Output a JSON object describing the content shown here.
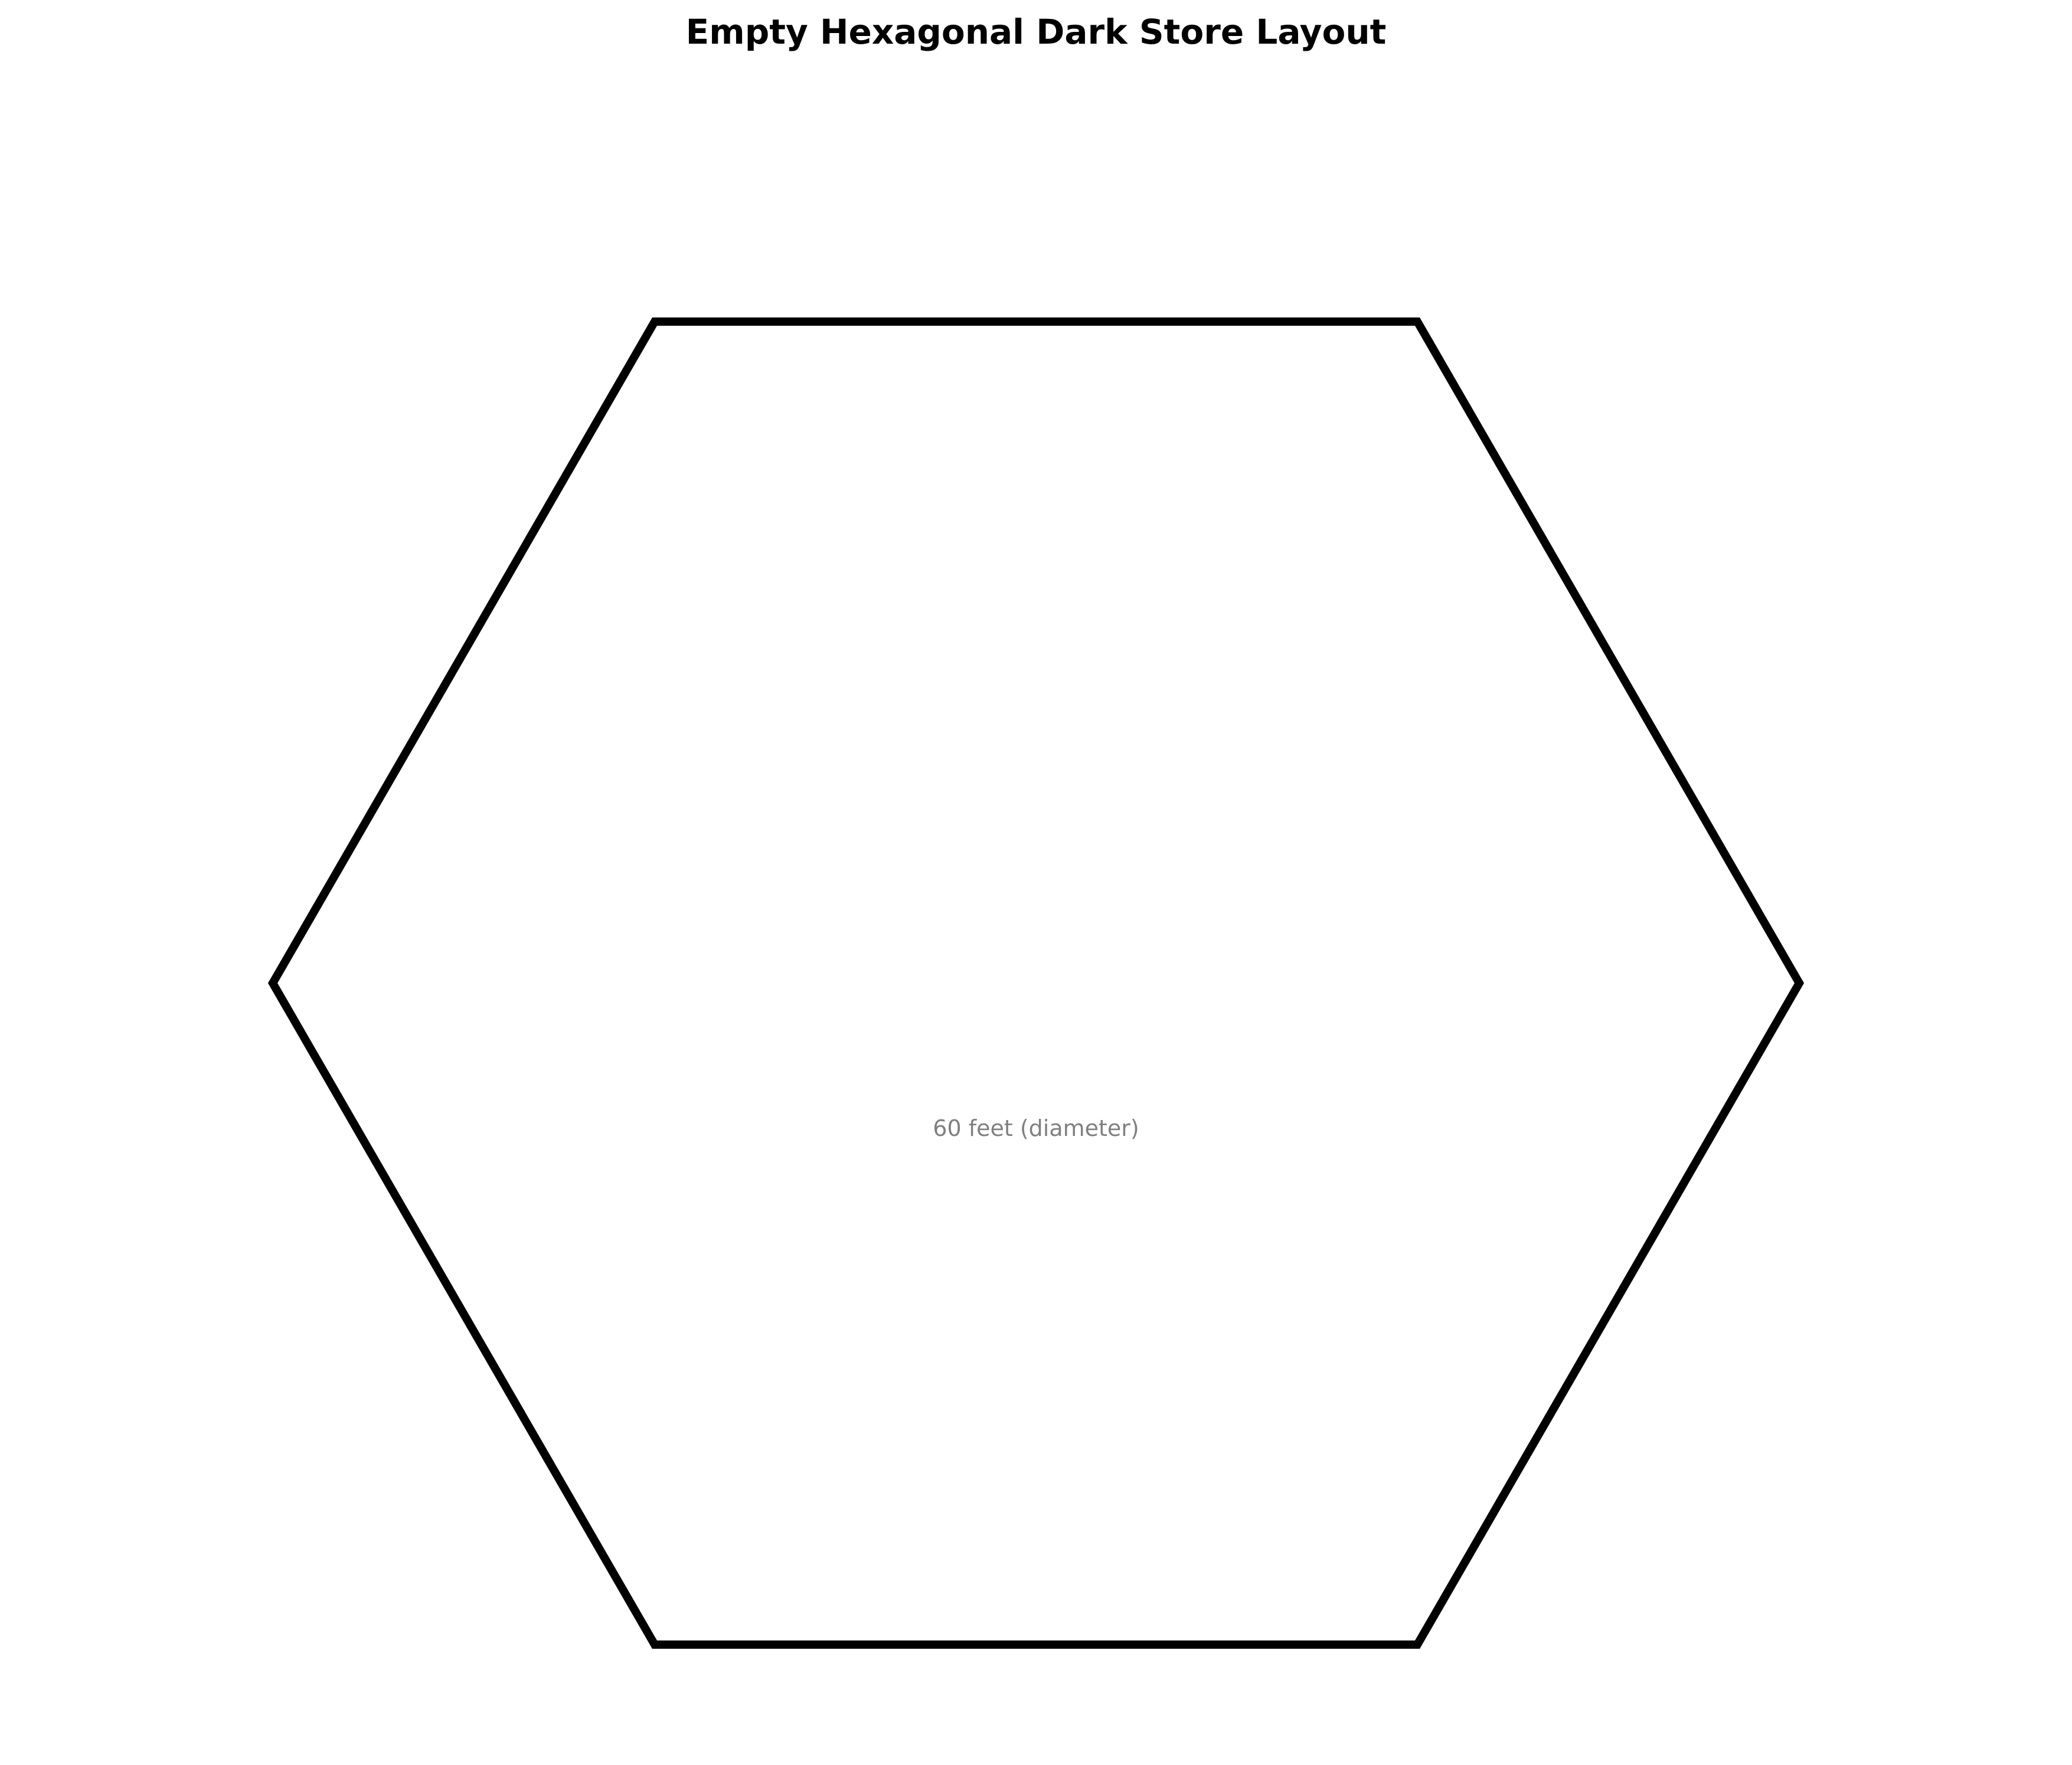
{
  "diagram": {
    "title": "Empty Hexagonal Dark Store Layout",
    "center_label": "60 feet (diameter)",
    "shape": "hexagon",
    "outline_color": "#000000",
    "label_color": "#808080",
    "background_color": "#ffffff"
  }
}
